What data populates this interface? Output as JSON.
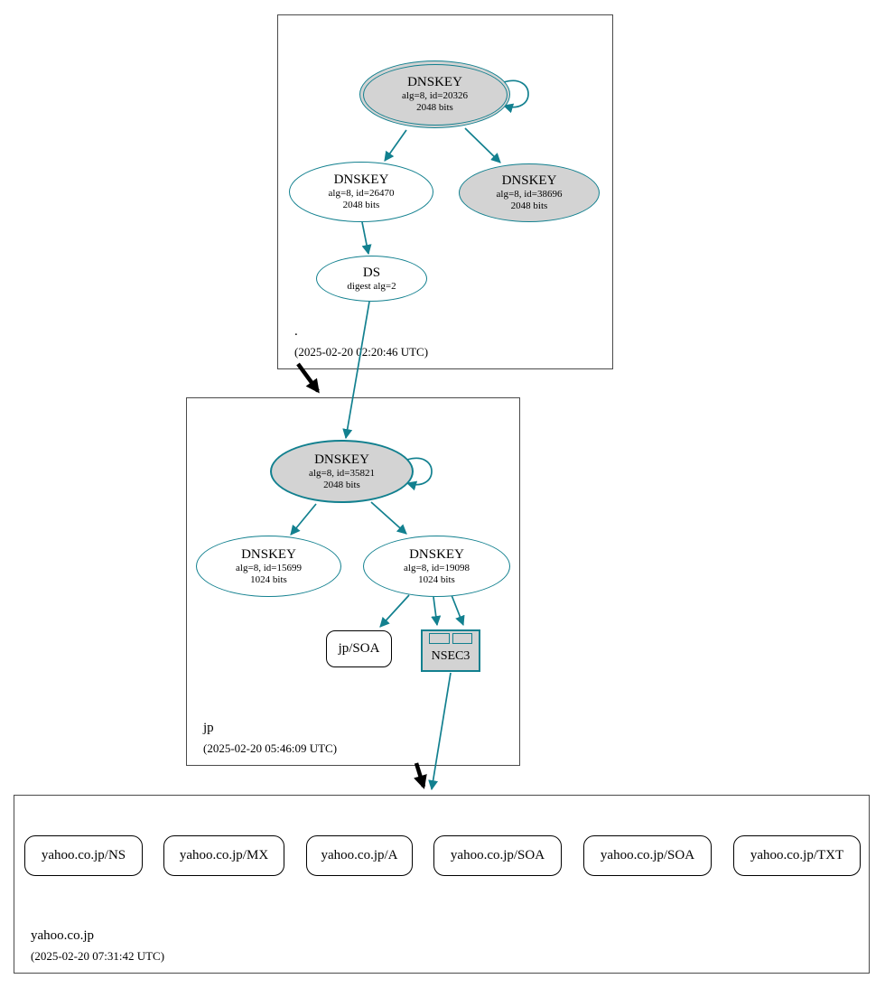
{
  "colors": {
    "secure": "#12808f",
    "delegation": "#000000",
    "ksk_fill": "#d3d3d3",
    "node_fill": "#ffffff"
  },
  "zones": {
    "root": {
      "label": ".",
      "timestamp": "(2025-02-20 02:20:46 UTC)",
      "nodes": {
        "ksk": {
          "title": "DNSKEY",
          "line1": "alg=8, id=20326",
          "line2": "2048 bits"
        },
        "zsk": {
          "title": "DNSKEY",
          "line1": "alg=8, id=26470",
          "line2": "2048 bits"
        },
        "key2": {
          "title": "DNSKEY",
          "line1": "alg=8, id=38696",
          "line2": "2048 bits"
        },
        "ds": {
          "title": "DS",
          "line1": "digest alg=2"
        }
      }
    },
    "jp": {
      "label": "jp",
      "timestamp": "(2025-02-20 05:46:09 UTC)",
      "nodes": {
        "ksk": {
          "title": "DNSKEY",
          "line1": "alg=8, id=35821",
          "line2": "2048 bits"
        },
        "zsk1": {
          "title": "DNSKEY",
          "line1": "alg=8, id=15699",
          "line2": "1024 bits"
        },
        "zsk2": {
          "title": "DNSKEY",
          "line1": "alg=8, id=19098",
          "line2": "1024 bits"
        },
        "soa": {
          "label": "jp/SOA"
        },
        "nsec3": {
          "label": "NSEC3"
        }
      }
    },
    "yahoo": {
      "label": "yahoo.co.jp",
      "timestamp": "(2025-02-20 07:31:42 UTC)",
      "rrsets": [
        "yahoo.co.jp/NS",
        "yahoo.co.jp/MX",
        "yahoo.co.jp/A",
        "yahoo.co.jp/SOA",
        "yahoo.co.jp/SOA",
        "yahoo.co.jp/TXT"
      ]
    }
  }
}
